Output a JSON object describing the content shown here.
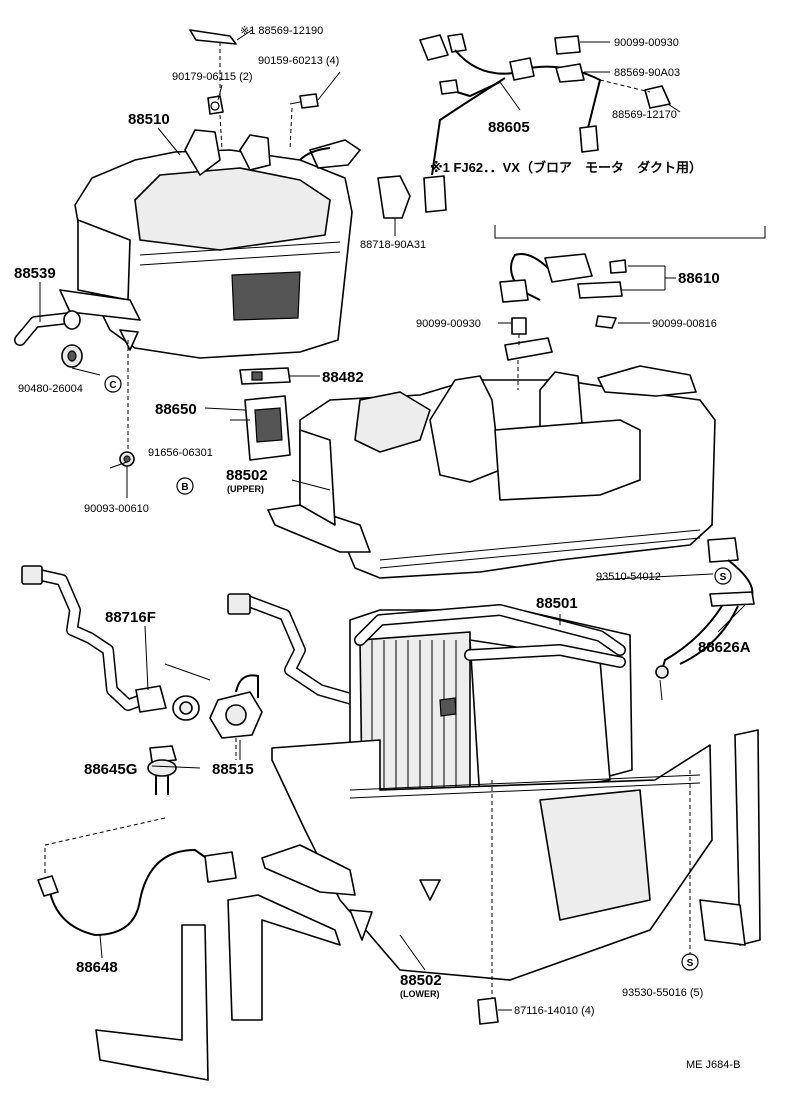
{
  "diagram": {
    "note": "※1 FJ62．．VX（ブロア　モータ　ダクト用）",
    "footer_code": "ME  J684-B",
    "callouts": {
      "p_88569_12190": "※1 88569-12190",
      "p_90159_60213": "90159-60213 (4)",
      "p_90179_06115": "90179-06115 (2)",
      "p_88510": "88510",
      "p_88539": "88539",
      "p_90480_26004": "90480-26004",
      "p_88482": "88482",
      "p_88650": "88650",
      "p_91656_06301": "91656-06301",
      "p_90093_00610": "90093-00610",
      "p_88502_upper": "88502",
      "p_upper_tag": "(UPPER)",
      "p_90099_00930_a": "90099-00930",
      "p_88569_90A03": "88569-90A03",
      "p_88605": "88605",
      "p_88569_12170": "88569-12170",
      "p_88718_90A31": "88718-90A31",
      "p_88610": "88610",
      "p_90099_00930_b": "90099-00930",
      "p_90099_00816": "90099-00816",
      "p_93510_54012": "93510-54012",
      "p_88626A": "88626A",
      "p_88716F": "88716F",
      "p_88501": "88501",
      "p_88645G": "88645G",
      "p_88515": "88515",
      "p_88648": "88648",
      "p_88502_lower": "88502",
      "p_lower_tag": "(LOWER)",
      "p_87116_14010": "87116-14010 (4)",
      "p_93530_55016": "93530-55016 (5)"
    },
    "symbols": {
      "c": "C",
      "b": "B",
      "s": "S"
    }
  }
}
